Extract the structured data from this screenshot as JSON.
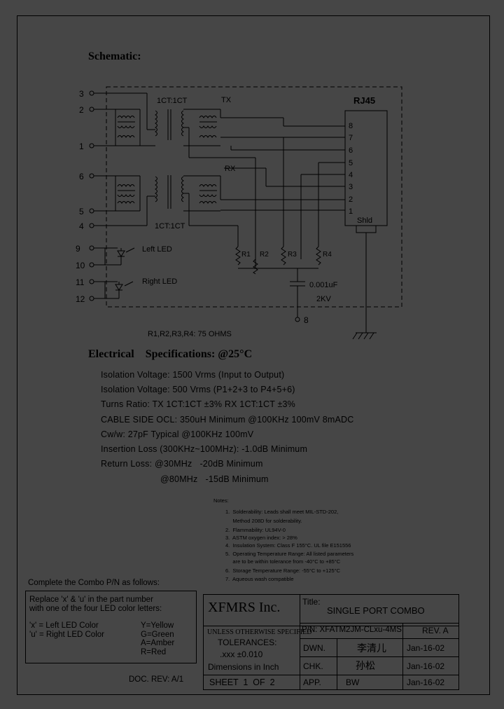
{
  "schematic": {
    "title": "Schematic:",
    "ct_label_top": "1CT:1CT",
    "ct_label_bottom": "1CT:1CT",
    "tx": "TX",
    "rx": "RX",
    "connector": "RJ45",
    "shield": "Shld",
    "left_pins": [
      "3",
      "2",
      "1",
      "6",
      "5",
      "4",
      "9",
      "10",
      "11",
      "12"
    ],
    "rj45_pins": [
      "8",
      "7",
      "6",
      "5",
      "4",
      "3",
      "2",
      "1"
    ],
    "resistors": [
      "R1",
      "R2",
      "R3",
      "R4"
    ],
    "left_led": "Left LED",
    "right_led": "Right LED",
    "capacitor_value": "0.001uF",
    "capacitor_voltage": "2KV",
    "ground_pin": "8",
    "resistor_note": "R1,R2,R3,R4: 75 OHMS"
  },
  "electrical": {
    "title": "Electrical    Specifications: @25°C",
    "lines": [
      "Isolation Voltage:  1500 Vrms (Input to Output)",
      "Isolation Voltage:  500 Vrms (P1+2+3 to P4+5+6)",
      "Turns Ratio: TX 1CT:1CT ±3% RX 1CT:1CT ±3%",
      "CABLE SIDE OCL: 350uH Minimum @100KHz 100mV 8mADC",
      "Cw/w: 27pF Typical @100KHz 100mV",
      "Insertion Loss (300KHz~100MHz): -1.0dB Minimum",
      "Return Loss: @30MHz   -20dB Minimum",
      "@80MHz   -15dB Minimum"
    ]
  },
  "notes": {
    "title": "Notes:",
    "items": [
      "1.  Solderability: Leads shall meet MIL-STD-202,",
      "     Method 208D for solderability.",
      "2.  Flammability: UL94V-0",
      "3.  ASTM oxygen index: > 28%",
      "4.  Insulation System: Class F 155°C. UL file E151556",
      "5.  Operating Temperature Range: All listed parameters",
      "     are to be within tolerance from -40°C to +85°C",
      "6.  Storage Temperature Range: -55°C to +125°C",
      "7.  Aqueous wash compatible"
    ]
  },
  "combo": {
    "heading": "Complete the Combo P/N as follows:",
    "line1": "Replace 'x' & 'u' in the part number",
    "line2": "with one of the four LED color letters:",
    "x_def": "'x' = Left LED Color",
    "u_def": "'u' = Right LED Color",
    "colors": [
      "Y=Yellow",
      "G=Green",
      "A=Amber",
      "R=Red"
    ]
  },
  "doc_rev": "DOC. REV: A/1",
  "title_block": {
    "company": "XFMRS Inc.",
    "title_label": "Title:",
    "title_value": "SINGLE PORT COMBO",
    "unless": "UNLESS OTHERWISE SPECIFIED",
    "tolerances": "TOLERANCES:",
    "tol_value": ".xxx ±0.010",
    "dimensions": "Dimensions in Inch",
    "sheet": "SHEET  1  OF  2",
    "pn": "P/N: XFATM2JM-CLxu-4MS",
    "rev": "REV. A",
    "dwn_label": "DWN.",
    "dwn_sig": "李清儿",
    "dwn_date": "Jan-16-02",
    "chk_label": "CHK.",
    "chk_sig": "孙松",
    "chk_date": "Jan-16-02",
    "app_label": "APP.",
    "app_sig": "BW",
    "app_date": "Jan-16-02"
  }
}
